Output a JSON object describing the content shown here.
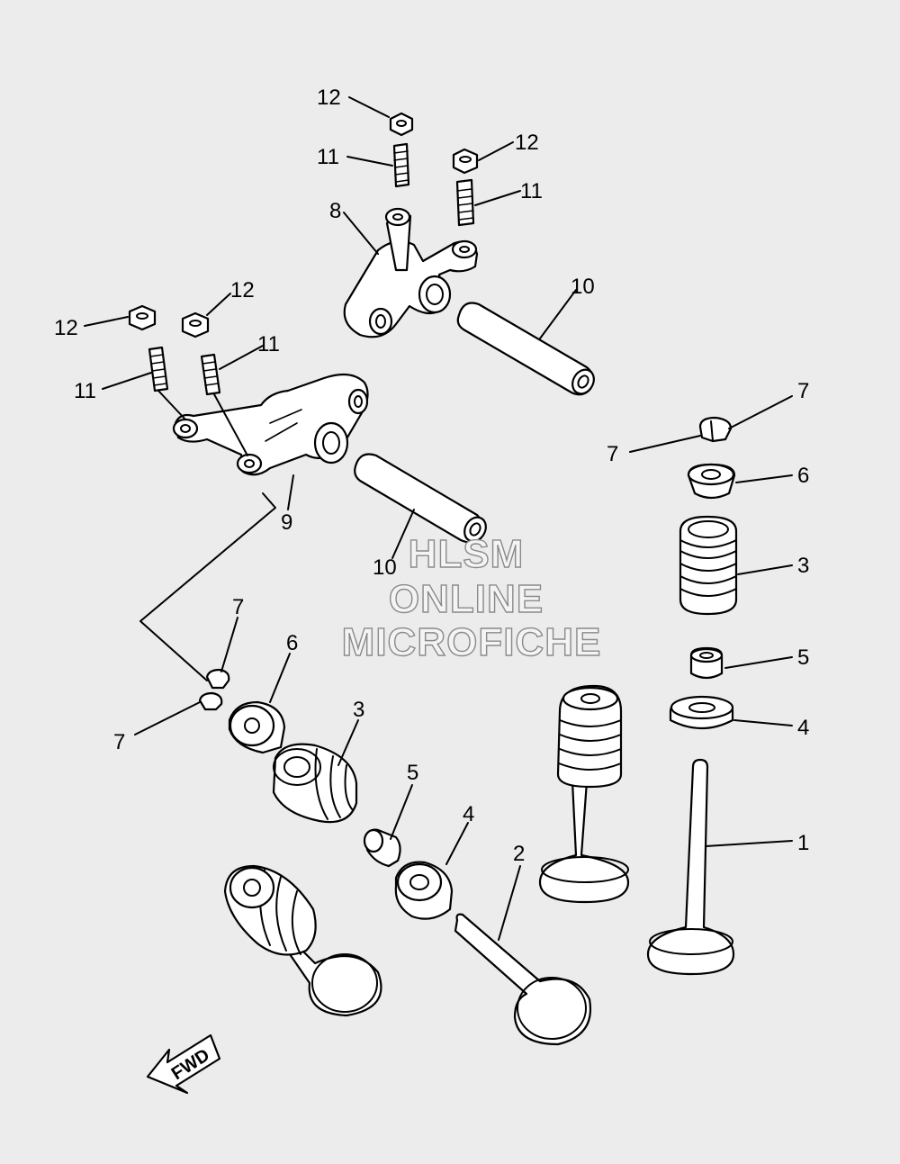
{
  "diagram": {
    "callouts": [
      "1",
      "2",
      "3",
      "3",
      "4",
      "4",
      "5",
      "5",
      "6",
      "6",
      "7",
      "7",
      "7",
      "7",
      "8",
      "9",
      "10",
      "10",
      "11",
      "11",
      "11",
      "11",
      "12",
      "12",
      "12",
      "12"
    ],
    "watermark": {
      "line1": "HLSM",
      "line2": "ONLINE",
      "line3": "MICROFICHE"
    },
    "direction_arrow": {
      "label": "FWD",
      "icon": "fwd-arrow-icon"
    },
    "colors": {
      "background": "#ececec",
      "line": "#000000",
      "part_fill": "#ffffff",
      "watermark": "#8a8a8a"
    }
  }
}
